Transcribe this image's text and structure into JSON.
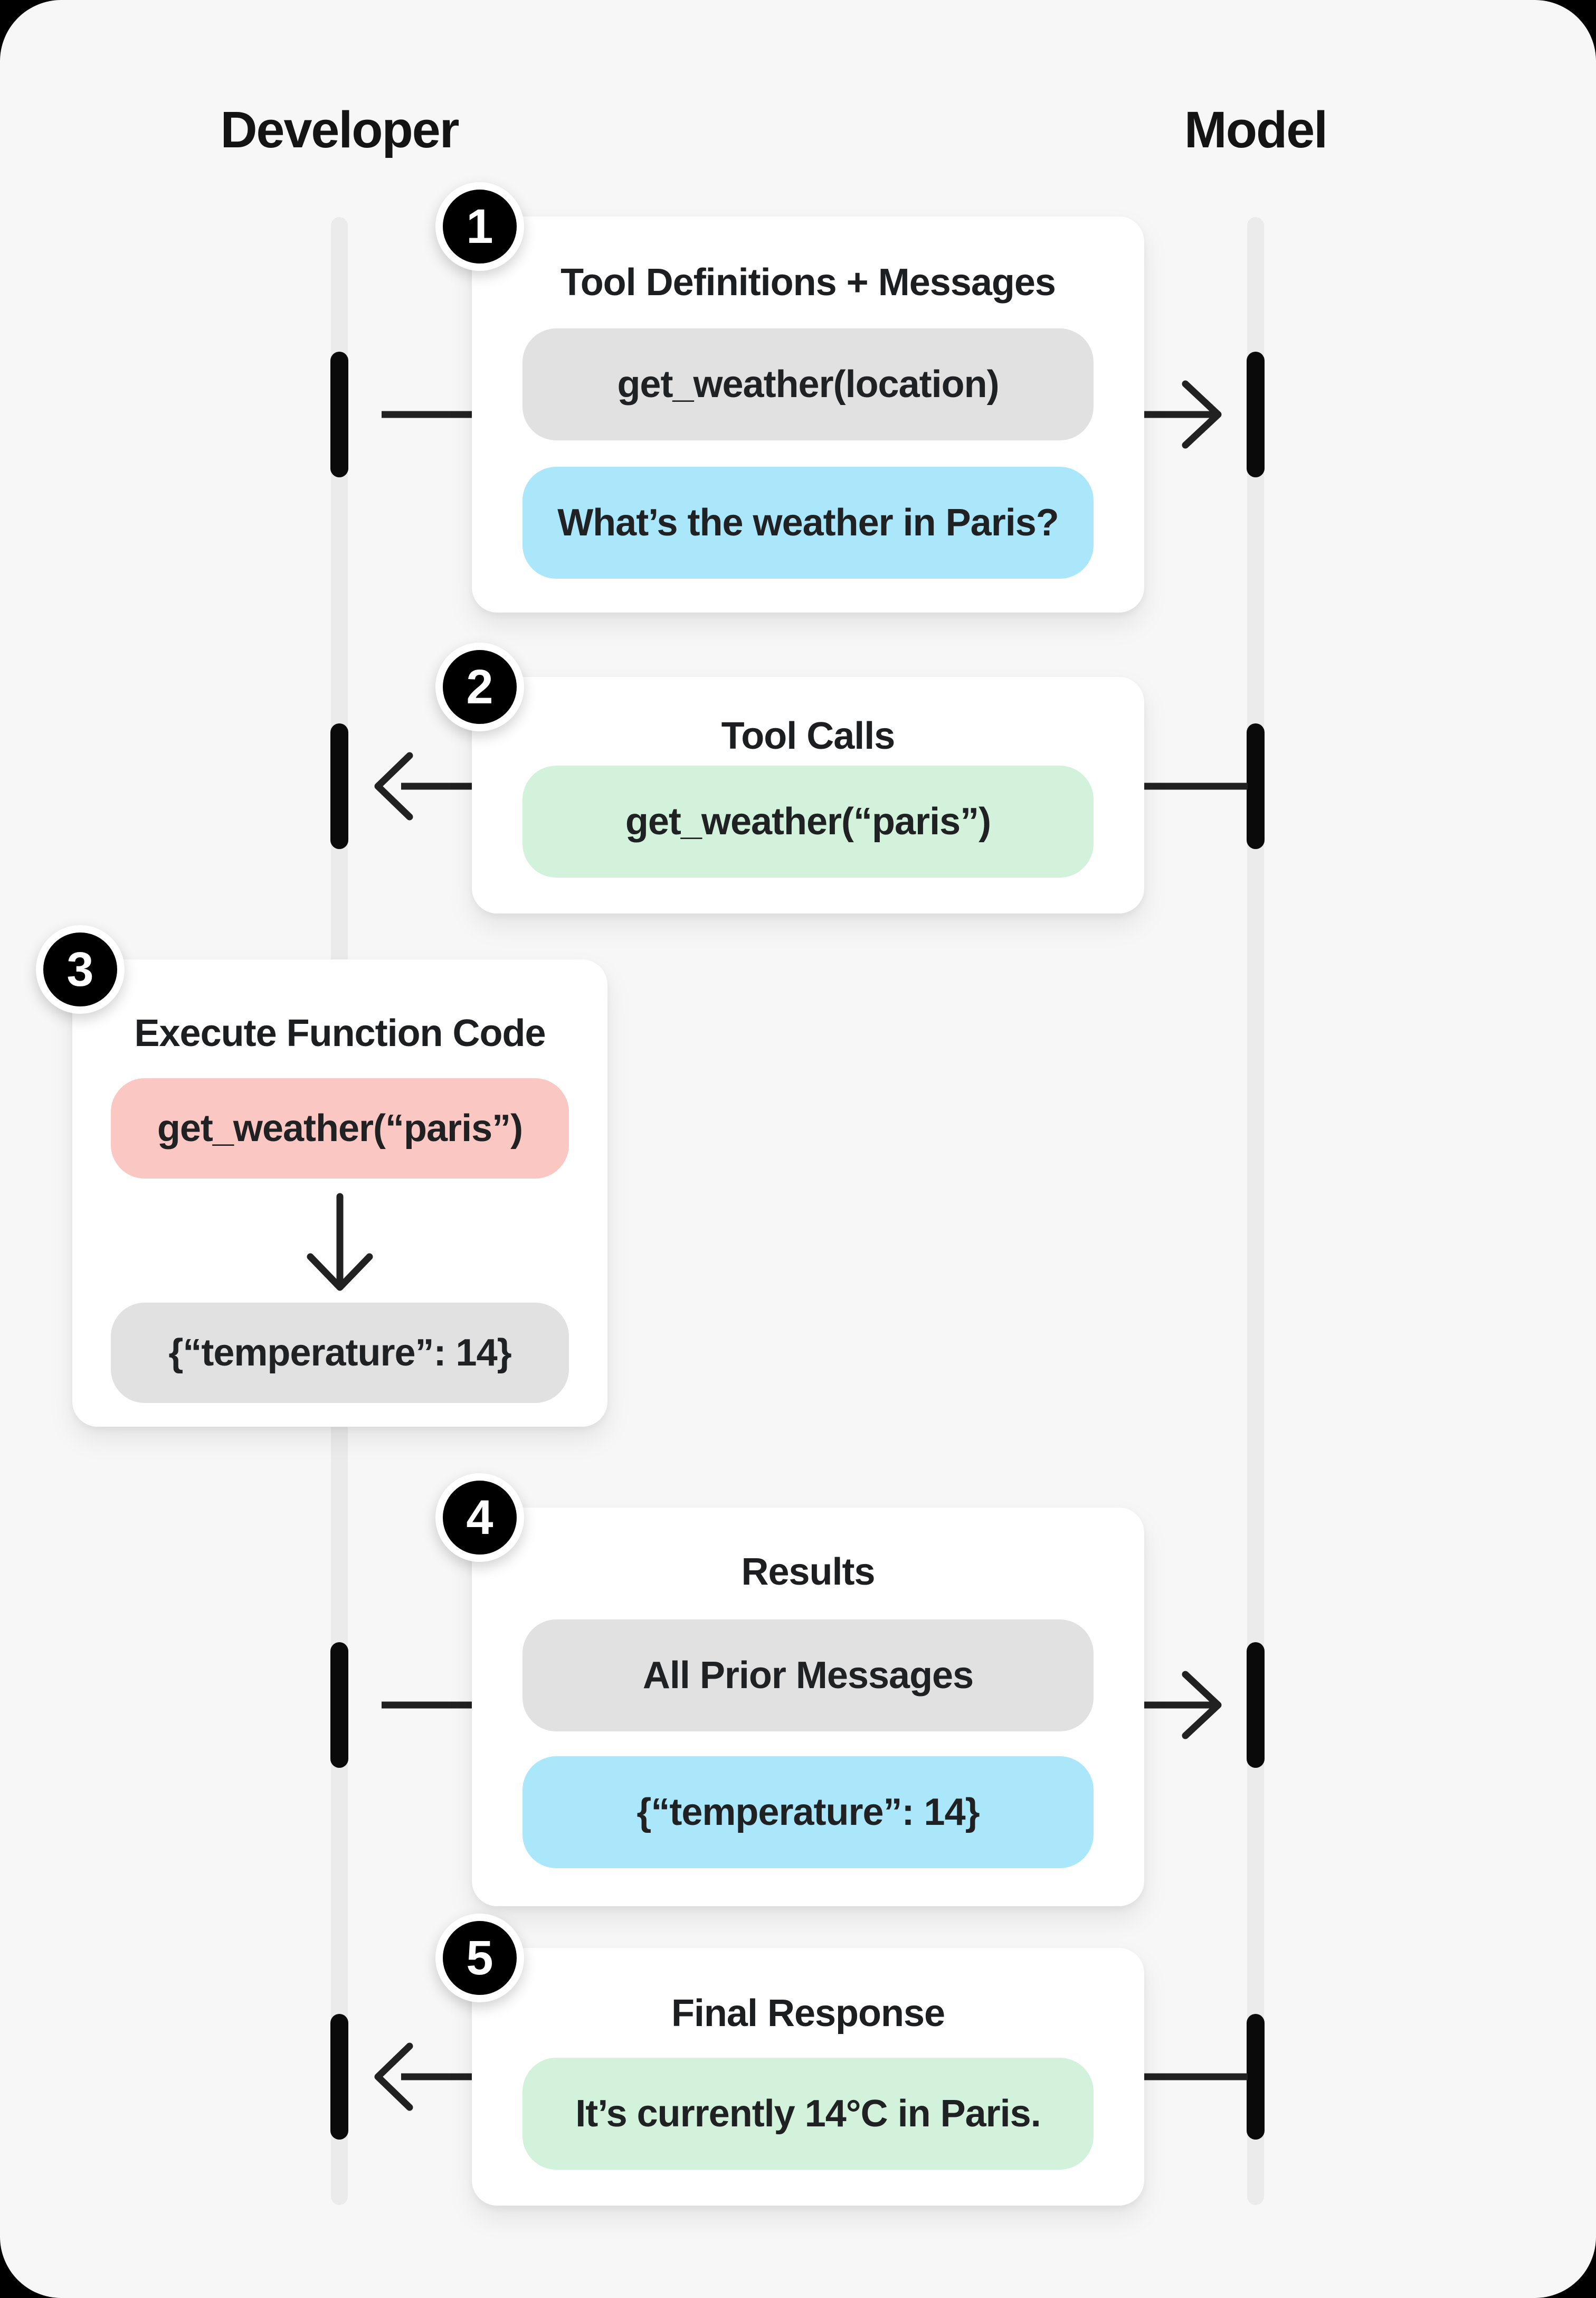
{
  "lanes": {
    "developer": "Developer",
    "model": "Model"
  },
  "steps": [
    {
      "num": "1",
      "title": "Tool Definitions + Messages",
      "pills": [
        {
          "style": "gray",
          "text": "get_weather(location)"
        },
        {
          "style": "blue",
          "text": "What’s the weather in Paris?"
        }
      ],
      "arrow": "developer-to-model"
    },
    {
      "num": "2",
      "title": "Tool Calls",
      "pills": [
        {
          "style": "green",
          "text": "get_weather(“paris”)"
        }
      ],
      "arrow": "model-to-developer"
    },
    {
      "num": "3",
      "title": "Execute Function Code",
      "pills": [
        {
          "style": "red",
          "text": "get_weather(“paris”)"
        },
        {
          "style": "gray",
          "text": "{“temperature”: 14}"
        }
      ],
      "arrow": "internal-down"
    },
    {
      "num": "4",
      "title": "Results",
      "pills": [
        {
          "style": "gray",
          "text": "All Prior Messages"
        },
        {
          "style": "blue",
          "text": "{“temperature”: 14}"
        }
      ],
      "arrow": "developer-to-model"
    },
    {
      "num": "5",
      "title": "Final Response",
      "pills": [
        {
          "style": "green",
          "text": "It’s currently 14°C in Paris."
        }
      ],
      "arrow": "model-to-developer"
    }
  ],
  "colors": {
    "canvas": "#f7f7f8",
    "card": "#ffffff",
    "lifeline": "#ebebec",
    "activation": "#0a0a0a",
    "arrow": "#212121",
    "pill_gray": "#e1e1e2",
    "pill_blue": "#abe7fa",
    "pill_green": "#d2f2db",
    "pill_red": "#fbc7c3",
    "badge_bg": "#000000",
    "badge_text": "#ffffff",
    "text": "#202123"
  }
}
